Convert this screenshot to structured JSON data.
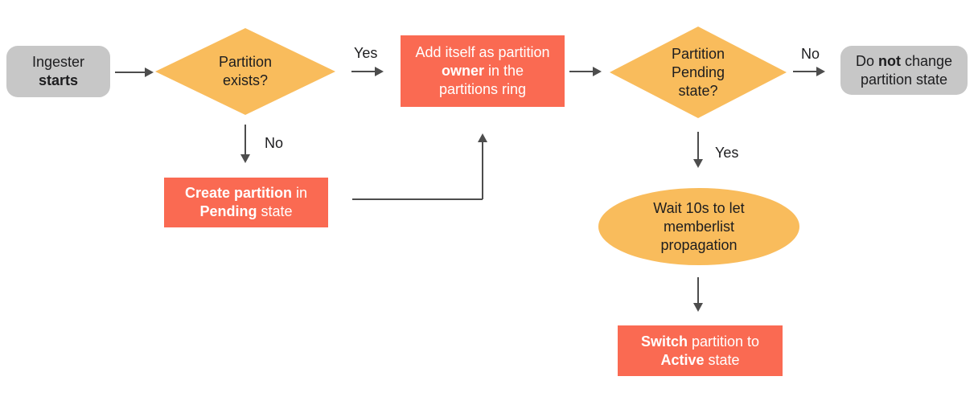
{
  "diagram": {
    "description": "Ingester partition lifecycle flowchart"
  },
  "colors": {
    "background": "#ffffff",
    "node_orange": "#f9bc5c",
    "node_coral": "#fa6a52",
    "node_gray": "#c7c7c7",
    "arrow": "#4d4d4d",
    "text_dark": "#1d1d1f",
    "text_light": "#ffffff"
  },
  "nodes": {
    "start": {
      "shape": "rounded-rect",
      "segments": [
        {
          "text": "Ingester"
        },
        {
          "br": true
        },
        {
          "text": "starts",
          "bold": true
        }
      ]
    },
    "partition_exists": {
      "shape": "diamond",
      "segments": [
        {
          "text": "Partition"
        },
        {
          "br": true
        },
        {
          "text": "exists?"
        }
      ]
    },
    "add_owner": {
      "shape": "rect",
      "segments": [
        {
          "text": "Add itself as partition"
        },
        {
          "br": true
        },
        {
          "text": "owner",
          "bold": true
        },
        {
          "text": " in the"
        },
        {
          "br": true
        },
        {
          "text": "partitions ring"
        }
      ]
    },
    "partition_pending": {
      "shape": "diamond",
      "segments": [
        {
          "text": "Partition"
        },
        {
          "br": true
        },
        {
          "text": "Pending"
        },
        {
          "br": true
        },
        {
          "text": "state?"
        }
      ]
    },
    "no_change": {
      "shape": "rounded-rect",
      "segments": [
        {
          "text": "Do "
        },
        {
          "text": "not",
          "bold": true
        },
        {
          "text": " change"
        },
        {
          "br": true
        },
        {
          "text": "partition state"
        }
      ]
    },
    "create_partition": {
      "shape": "rect",
      "segments": [
        {
          "text": "Create partition",
          "bold": true
        },
        {
          "text": " in"
        },
        {
          "br": true
        },
        {
          "text": "Pending",
          "bold": true
        },
        {
          "text": " state"
        }
      ]
    },
    "wait_propagation": {
      "shape": "ellipse",
      "segments": [
        {
          "text": "Wait 10s to let"
        },
        {
          "br": true
        },
        {
          "text": "memberlist"
        },
        {
          "br": true
        },
        {
          "text": "propagation"
        }
      ]
    },
    "switch_active": {
      "shape": "rect",
      "segments": [
        {
          "text": "Switch",
          "bold": true
        },
        {
          "text": " partition to"
        },
        {
          "br": true
        },
        {
          "text": "Active",
          "bold": true
        },
        {
          "text": " state"
        }
      ]
    }
  },
  "edge_labels": {
    "exists_yes": "Yes",
    "exists_no": "No",
    "pending_no": "No",
    "pending_yes": "Yes"
  }
}
